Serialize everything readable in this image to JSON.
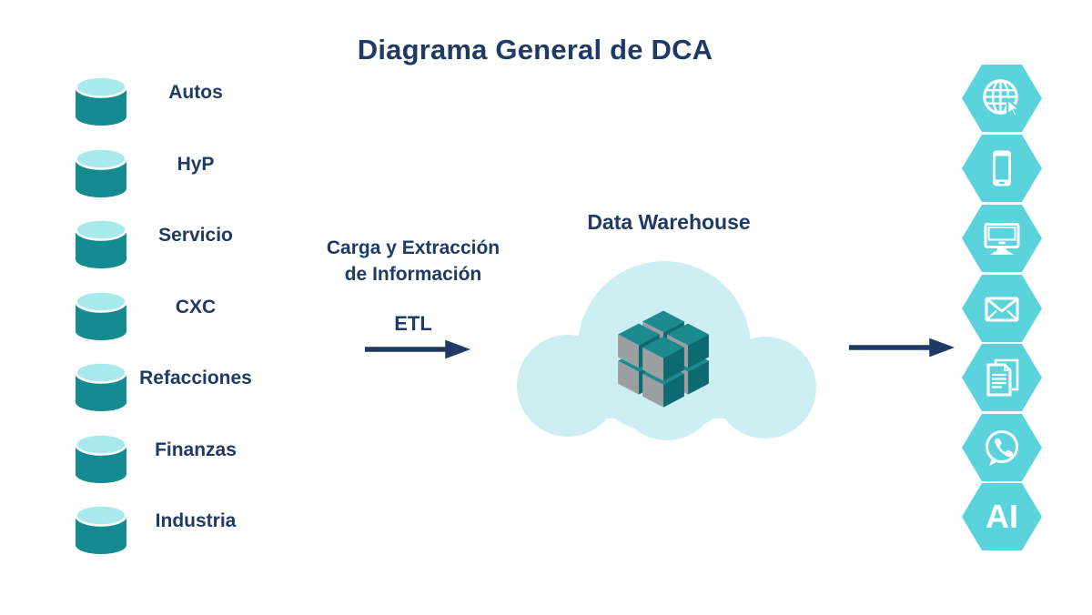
{
  "title": "Diagrama General de DCA",
  "colors": {
    "navy_text": "#1f3a64",
    "cylinder_body_teal": "#148b91",
    "cylinder_top_cyan": "#a8e9ed",
    "cloud_light_cyan": "#cdeef3",
    "hexagon_turquoise": "#5bd3dd",
    "cube_top_teal": "#1d8a90",
    "cube_left_gray": "#9b9fa1",
    "cube_right_dark_teal": "#0d6a70",
    "icon_white": "#ffffff"
  },
  "sources": {
    "icon": "database-cylinder-icon",
    "items": [
      "Autos",
      "HyP",
      "Servicio",
      "CXC",
      "Refacciones",
      "Finanzas",
      "Industria"
    ]
  },
  "etl": {
    "caption_line1": "Carga y Extracción",
    "caption_line2": "de Información",
    "acronym": "ETL"
  },
  "warehouse": {
    "label": "Data Warehouse",
    "icons": [
      "cloud-icon",
      "data-cube-icon"
    ]
  },
  "outputs": {
    "icons": [
      "web-globe-cursor-icon",
      "smartphone-icon",
      "desktop-monitor-icon",
      "email-envelope-icon",
      "document-report-icon",
      "whatsapp-icon",
      "ai-badge"
    ],
    "ai_label": "AI"
  }
}
